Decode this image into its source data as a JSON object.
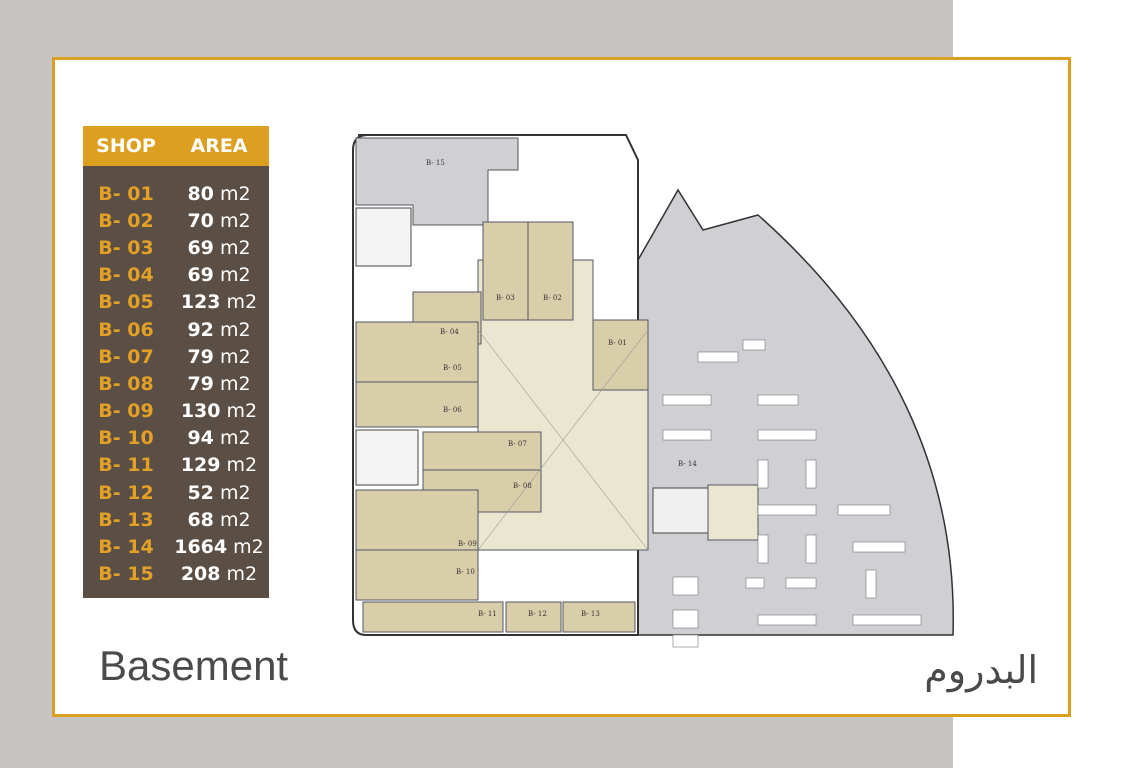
{
  "table": {
    "header": {
      "shop": "SHOP",
      "area": "AREA"
    },
    "rows": [
      {
        "shop": "B- 01",
        "area": "80",
        "unit": "m2"
      },
      {
        "shop": "B- 02",
        "area": "70",
        "unit": "m2"
      },
      {
        "shop": "B- 03",
        "area": "69",
        "unit": "m2"
      },
      {
        "shop": "B- 04",
        "area": "69",
        "unit": "m2"
      },
      {
        "shop": "B- 05",
        "area": "123",
        "unit": "m2"
      },
      {
        "shop": "B- 06",
        "area": "92",
        "unit": "m2"
      },
      {
        "shop": "B- 07",
        "area": "79",
        "unit": "m2"
      },
      {
        "shop": "B- 08",
        "area": "79",
        "unit": "m2"
      },
      {
        "shop": "B- 09",
        "area": "130",
        "unit": "m2"
      },
      {
        "shop": "B- 10",
        "area": "94",
        "unit": "m2"
      },
      {
        "shop": "B- 11",
        "area": "129",
        "unit": "m2"
      },
      {
        "shop": "B- 12",
        "area": "52",
        "unit": "m2"
      },
      {
        "shop": "B- 13",
        "area": "68",
        "unit": "m2"
      },
      {
        "shop": "B- 14",
        "area": "1664",
        "unit": "m2"
      },
      {
        "shop": "B- 15",
        "area": "208",
        "unit": "m2"
      }
    ]
  },
  "plan_labels": {
    "b01": "B- 01",
    "b02": "B- 02",
    "b03": "B- 03",
    "b04": "B- 04",
    "b05": "B- 05",
    "b06": "B- 06",
    "b07": "B- 07",
    "b08": "B- 08",
    "b09": "B- 09",
    "b10": "B- 10",
    "b11": "B- 11",
    "b12": "B- 12",
    "b13": "B- 13",
    "b14": "B- 14",
    "b15": "B- 15"
  },
  "titles": {
    "english": "Basement",
    "arabic": "البدروم"
  },
  "colors": {
    "accent": "#dc9f1f",
    "table_bg": "#5a4e45",
    "shop_unit": "#d9ceaa",
    "corridor": "#ebe6cf",
    "large_area": "#cfcfd4",
    "page_gray": "#c7c4c4"
  }
}
